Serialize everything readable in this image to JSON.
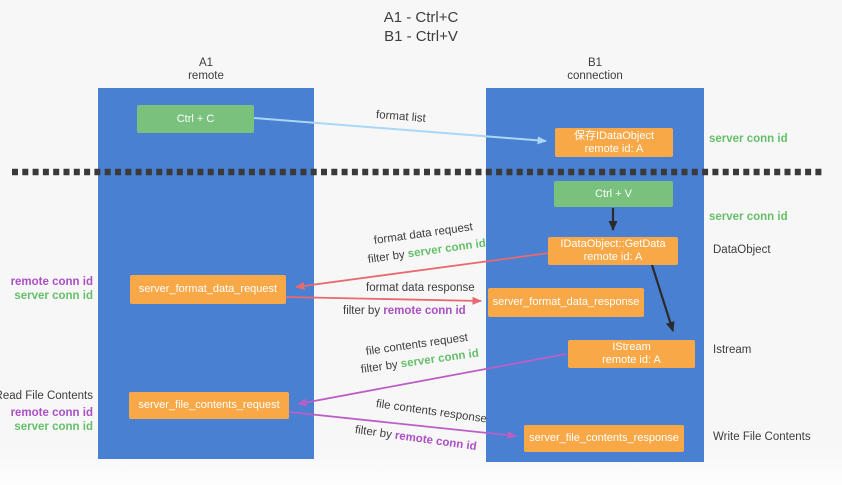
{
  "title": {
    "line1": "A1 - Ctrl+C",
    "line2": "B1 - Ctrl+V"
  },
  "columns": {
    "a1": {
      "id": "A1",
      "subtitle": "remote"
    },
    "b1": {
      "id": "B1",
      "subtitle": "connection"
    }
  },
  "nodes": {
    "ctrl_c": {
      "label": "Ctrl + C"
    },
    "save_dataobject": {
      "line1": "保存IDataObject",
      "line2": "remote id: A"
    },
    "ctrl_v": {
      "label": "Ctrl + V"
    },
    "getdata": {
      "line1": "IDataObject::GetData",
      "line2": "remote id: A"
    },
    "format_request": {
      "label": "server_format_data_request"
    },
    "format_response": {
      "label": "server_format_data_response"
    },
    "istream": {
      "line1": "IStream",
      "line2": "remote id: A"
    },
    "file_request": {
      "label": "server_file_contents_request"
    },
    "file_response": {
      "label": "server_file_contents_response"
    }
  },
  "arrow_labels": {
    "format_list": "format list",
    "format_request": {
      "line1": "format data request",
      "filter_prefix": "filter by",
      "filter_value": "server conn id"
    },
    "format_response": {
      "line1": "format data response",
      "filter_prefix": "filter by",
      "filter_value": "remote conn id"
    },
    "file_request": {
      "line1": "file contents request",
      "filter_prefix": "filter by",
      "filter_value": "server conn id"
    },
    "file_response": {
      "line1": "file contents response",
      "filter_prefix": "filter by",
      "filter_value": "remote conn id"
    }
  },
  "side_labels": {
    "right": [
      {
        "text": "server conn id"
      },
      {
        "text": "server conn id"
      },
      {
        "text": "DataObject"
      },
      {
        "text": "Istream"
      },
      {
        "text": "Write File Contents"
      }
    ],
    "left": [
      {
        "text": "remote conn id"
      },
      {
        "text": "server conn id"
      },
      {
        "text": "Read File Contents"
      },
      {
        "text": "remote conn id"
      },
      {
        "text": "server conn id"
      }
    ]
  },
  "colors": {
    "column_blue": "#4a80d2",
    "node_green": "#7ac17e",
    "node_orange": "#f9a848",
    "arrow_blue": "#a9d7f5",
    "arrow_red": "#e8696e",
    "arrow_purple": "#bb5ec6",
    "arrow_black": "#2b2b2b",
    "text_green": "#66bf6a",
    "text_purple": "#ab4fc4",
    "text_dark": "#3d3d3d"
  }
}
